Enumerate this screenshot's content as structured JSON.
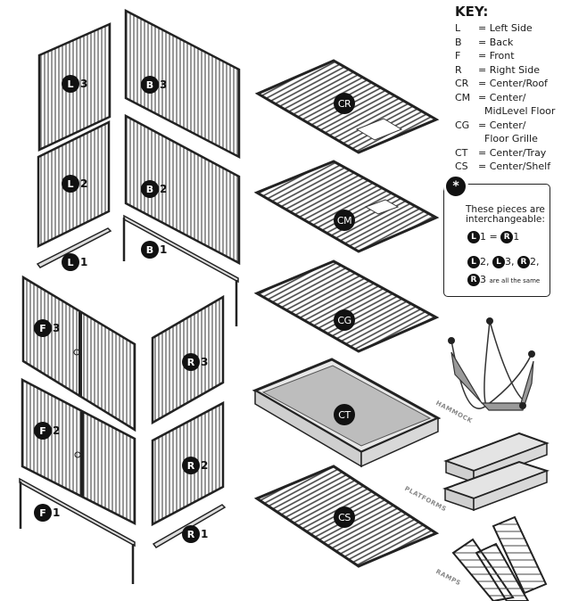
{
  "panels": {
    "L3": {
      "letter": "L",
      "num": "3"
    },
    "L2": {
      "letter": "L",
      "num": "2"
    },
    "L1": {
      "letter": "L",
      "num": "1"
    },
    "B3": {
      "letter": "B",
      "num": "3"
    },
    "B2": {
      "letter": "B",
      "num": "2"
    },
    "B1": {
      "letter": "B",
      "num": "1"
    },
    "F3": {
      "letter": "F",
      "num": "3"
    },
    "F2": {
      "letter": "F",
      "num": "2"
    },
    "F1": {
      "letter": "F",
      "num": "1"
    },
    "R3": {
      "letter": "R",
      "num": "3"
    },
    "R2": {
      "letter": "R",
      "num": "2"
    },
    "R1": {
      "letter": "R",
      "num": "1"
    }
  },
  "centers": {
    "CR": "CR",
    "CM": "CM",
    "CG": "CG",
    "CT": "CT",
    "CS": "CS"
  },
  "key": {
    "title": "KEY:",
    "rows": [
      {
        "code": "L",
        "def": "= Left Side"
      },
      {
        "code": "B",
        "def": "= Back"
      },
      {
        "code": "F",
        "def": "= Front"
      },
      {
        "code": "R",
        "def": "= Right Side"
      },
      {
        "code": "CR",
        "def": "= Center/Roof"
      },
      {
        "code": "CM",
        "def": "= Center/\n  MidLevel Floor"
      },
      {
        "code": "CG",
        "def": "= Center/\n  Floor Grille"
      },
      {
        "code": "CT",
        "def": "= Center/Tray"
      },
      {
        "code": "CS",
        "def": "= Center/Shelf"
      }
    ]
  },
  "note": {
    "star": "*",
    "heading": "These pieces are interchangeable:",
    "equals": "=",
    "comma": ",",
    "same": "are all the same"
  },
  "accessories": {
    "hammock": "HAMMOCK",
    "platforms": "PLATFORMS",
    "ramps": "RAMPS"
  }
}
